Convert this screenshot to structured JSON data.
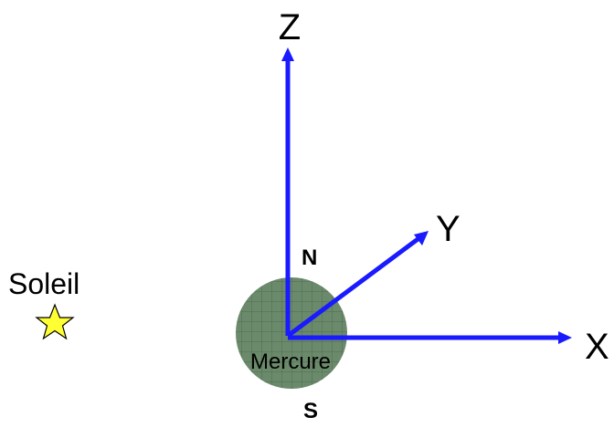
{
  "axes": {
    "z_label": "Z",
    "y_label": "Y",
    "x_label": "X",
    "color": "#1a1aff"
  },
  "sun": {
    "label": "Soleil",
    "icon": "star-icon",
    "color": "#ffff33"
  },
  "planet": {
    "label": "Mercure",
    "color": "#6b8a6b",
    "north_label": "N",
    "south_label": "S"
  }
}
